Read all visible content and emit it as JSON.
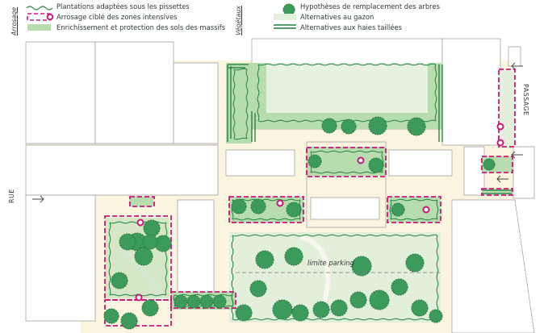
{
  "legend": {
    "arrosage_title": "Arrosage",
    "vegetaux_title": "Végétaux",
    "items": [
      {
        "label": "Plantations adaptées sous les pissettes",
        "color": "#2e8a4c"
      },
      {
        "label": "Arrosage ciblé des zones intensives",
        "color": "#c8187a"
      },
      {
        "label": "Enrichissement et protection des sols des massifs",
        "color": "#b7dcae"
      },
      {
        "label": "Hypothèses de remplacement des arbres",
        "color": "#3c9a5a"
      },
      {
        "label": "Alternatives au gazon",
        "color": "#e2efdb"
      },
      {
        "label": "Alternatives aux haies taillées",
        "color": "#1f7a3e"
      }
    ]
  },
  "map": {
    "street_left": "RUE",
    "street_right": "PASSAGE",
    "parking_note": "limite parking",
    "arrow_icon": "arrow-icon",
    "colors": {
      "ground": "#fbf4df",
      "building_stroke": "#9a9a9a",
      "massif": "#b7dcae",
      "lawn": "#e2efdb",
      "tree": "#3c9a5a",
      "tree_dark": "#2a7a44",
      "hedge": "#1f7a3e",
      "irrigation": "#c8187a"
    }
  }
}
